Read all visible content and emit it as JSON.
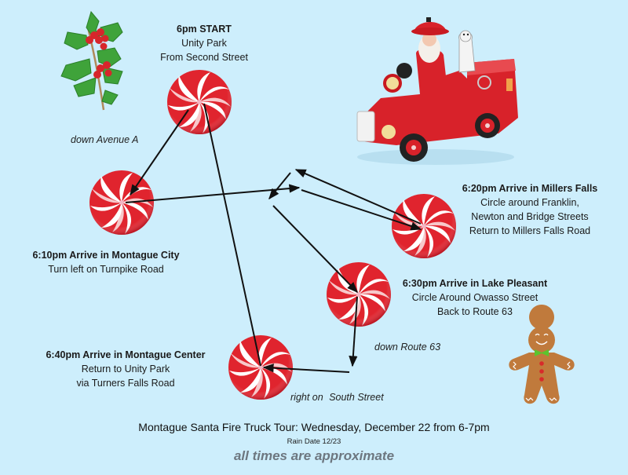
{
  "stops": [
    {
      "id": "start",
      "title": "6pm START",
      "lines": [
        "Unity Park",
        "From Second Street"
      ]
    },
    {
      "id": "montague-city",
      "title": "6:10pm Arrive in Montague City",
      "lines": [
        "Turn left on Turnpike Road"
      ]
    },
    {
      "id": "millers-falls",
      "title": "6:20pm Arrive in Millers Falls",
      "lines": [
        "Circle around Franklin,",
        "Newton and Bridge Streets",
        "Return to Millers Falls Road"
      ]
    },
    {
      "id": "lake-pleasant",
      "title": "6:30pm Arrive in Lake Pleasant",
      "lines": [
        "Circle Around Owasso Street",
        "Back to Route 63"
      ]
    },
    {
      "id": "montague-center",
      "title": "6:40pm Arrive in Montague Center",
      "lines": [
        "Return to Unity Park",
        "via Turners Falls Road"
      ]
    }
  ],
  "route_labels": {
    "avenue_a": "down Avenue A",
    "route_63": "down Route 63",
    "south_street_prefix": "right on",
    "south_street": "South Street"
  },
  "footer": {
    "main": "Montague Santa Fire Truck Tour: Wednesday, December 22 from 6-7pm",
    "rain_date": "Rain Date 12/23",
    "note": "all times are approximate"
  },
  "images": {
    "holly": "holly-sprig",
    "fire_truck": "santa-fire-truck",
    "gingerbread": "gingerbread-man",
    "markers": "peppermint-candy"
  },
  "colors": {
    "background": "#cdeefc",
    "peppermint_red": "#e0242e",
    "arrow": "#111111",
    "note": "#6d7780"
  }
}
